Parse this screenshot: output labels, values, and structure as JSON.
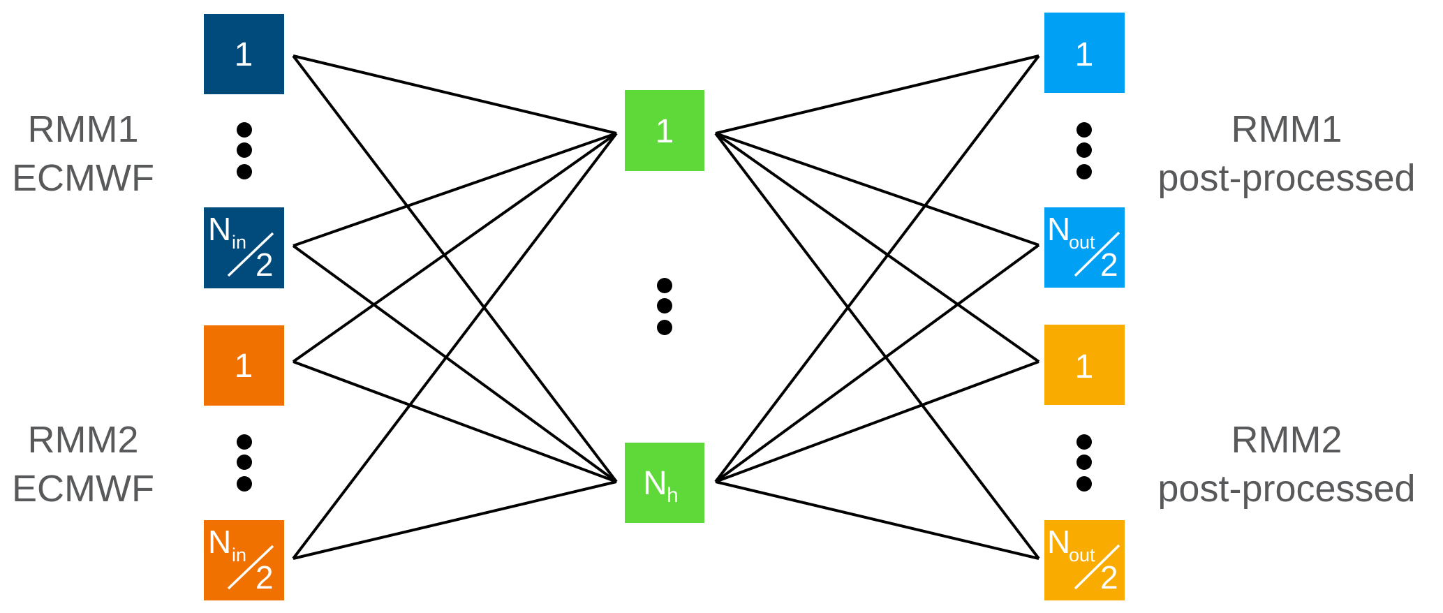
{
  "colors": {
    "rmm1_input": "#004a7c",
    "rmm2_input": "#f07000",
    "hidden": "#5fd93a",
    "rmm1_output": "#00a0f5",
    "rmm2_output": "#f9ab00",
    "edge": "#000000",
    "label": "#58595b"
  },
  "labels": {
    "left_group1": [
      "RMM1",
      "ECMWF"
    ],
    "left_group2": [
      "RMM2",
      "ECMWF"
    ],
    "right_group1": [
      "RMM1",
      "post-processed"
    ],
    "right_group2": [
      "RMM2",
      "post-processed"
    ]
  },
  "input_layer": {
    "first_label": "1",
    "last_main": "N",
    "last_sub": "in",
    "last_denominator": "2"
  },
  "hidden_layer": {
    "first_label": "1",
    "last_main": "N",
    "last_sub": "h"
  },
  "output_layer": {
    "first_label": "1",
    "last_main": "N",
    "last_sub": "out",
    "last_denominator": "2"
  }
}
